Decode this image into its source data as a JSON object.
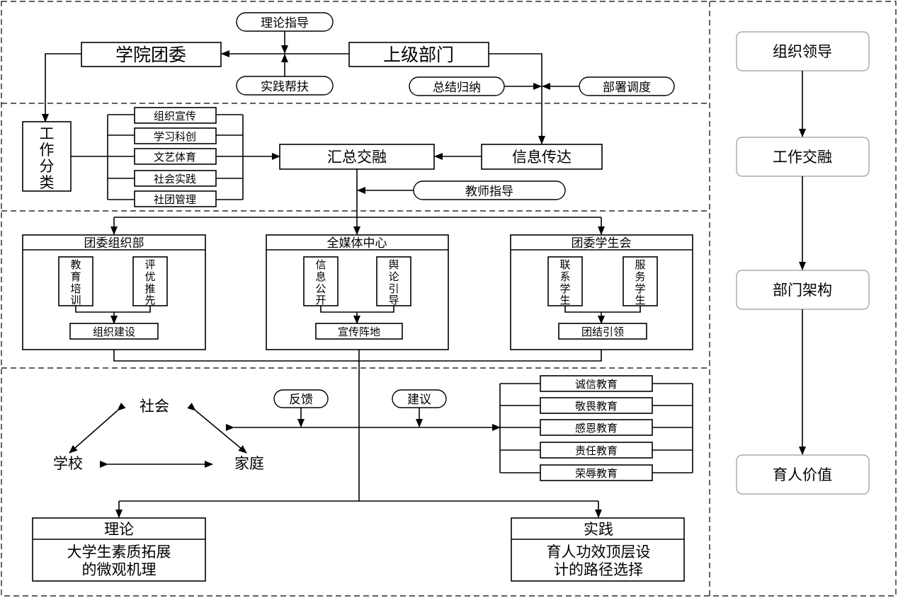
{
  "top": {
    "xueyuan_tuanwei": "学院团委",
    "shangji_bumen": "上级部门",
    "lilun_zhidao": "理论指导",
    "shijian_bangfu": "实践帮扶",
    "zongjie_guina": "总结归纳",
    "bushu_diaodu": "部署调度"
  },
  "work": {
    "gongzuo_fenlei": [
      "工",
      "作",
      "分",
      "类"
    ],
    "categories": [
      "组织宣传",
      "学习科创",
      "文艺体育",
      "社会实践",
      "社团管理"
    ],
    "huizong_jiaorong": "汇总交融",
    "xinxi_chuanda": "信息传达",
    "jiaoshi_zhidao": "教师指导"
  },
  "departments": [
    {
      "title": "团委组织部",
      "left": [
        "教",
        "育",
        "培",
        "训"
      ],
      "right": [
        "评",
        "优",
        "推",
        "先"
      ],
      "result": "组织建设"
    },
    {
      "title": "全媒体中心",
      "left": [
        "信",
        "息",
        "公",
        "开"
      ],
      "right": [
        "舆",
        "论",
        "引",
        "导"
      ],
      "result": "宣传阵地"
    },
    {
      "title": "团委学生会",
      "left": [
        "联",
        "系",
        "学",
        "生"
      ],
      "right": [
        "服",
        "务",
        "学",
        "生"
      ],
      "result": "团结引领"
    }
  ],
  "value": {
    "shehui": "社会",
    "xuexiao": "学校",
    "jiating": "家庭",
    "fankui": "反馈",
    "jianyi": "建议",
    "education": [
      "诚信教育",
      "敬畏教育",
      "感恩教育",
      "责任教育",
      "荣辱教育"
    ],
    "lilun_title": "理论",
    "lilun_body": [
      "大学生素质拓展",
      "的微观机理"
    ],
    "shijian_title": "实践",
    "shijian_body": [
      "育人功效顶层设",
      "计的路径选择"
    ]
  },
  "right_column": [
    "组织领导",
    "工作交融",
    "部门架构",
    "育人价值"
  ]
}
